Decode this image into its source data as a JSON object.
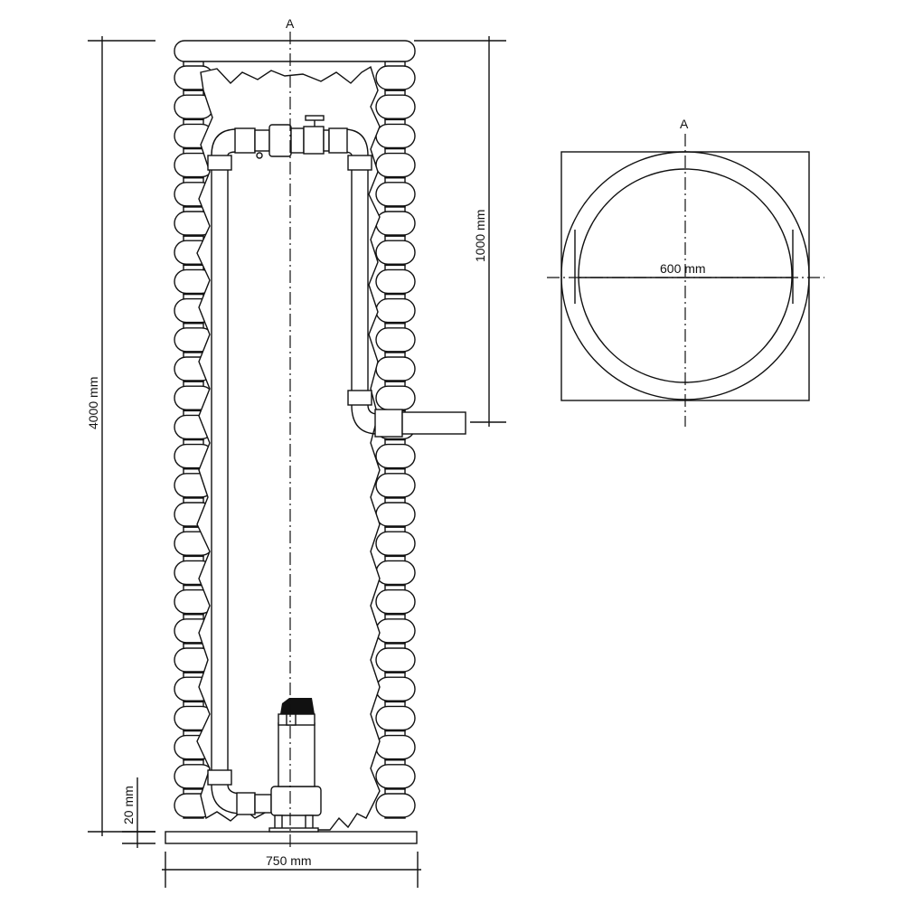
{
  "section_marker": "A",
  "plan_section_marker": "A",
  "dimensions": {
    "height_total": "4000 mm",
    "outlet_depth": "1000 mm",
    "inner_diameter": "600 mm",
    "base_thickness": "20 mm",
    "base_width": "750 mm"
  },
  "colors": {
    "line": "#111111",
    "background": "#ffffff"
  }
}
